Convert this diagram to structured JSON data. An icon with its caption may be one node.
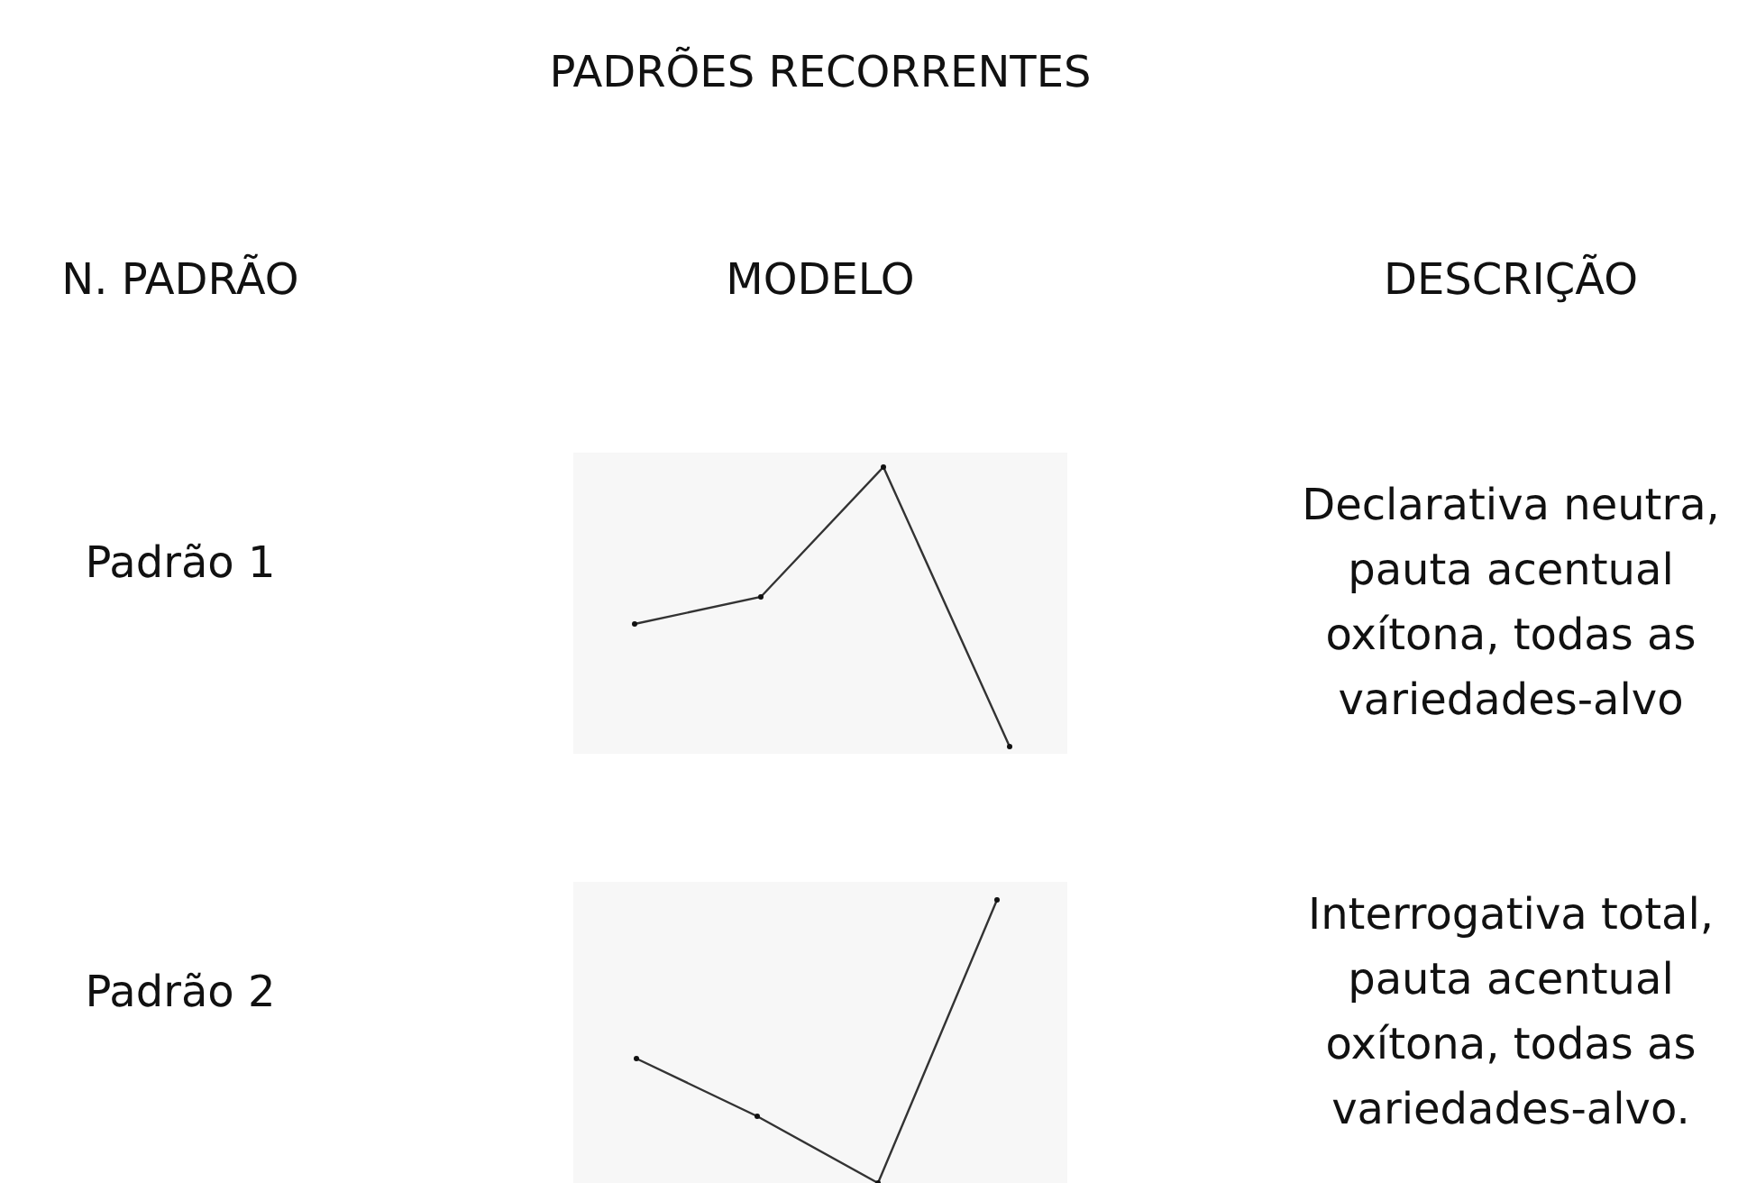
{
  "diagram": {
    "title": "PADRÕES RECORRENTES",
    "labels": [
      "N. PADRÃO",
      "MODELO",
      "DESCRIÇÃO",
      "Padrão 1",
      "Declarativa neutra, pauta acentual oxítona, todas as variedades-alvo",
      "Padrão 2",
      "Interrogativa total, pauta acentual oxítona, todas as variedades-alvo."
    ]
  }
}
